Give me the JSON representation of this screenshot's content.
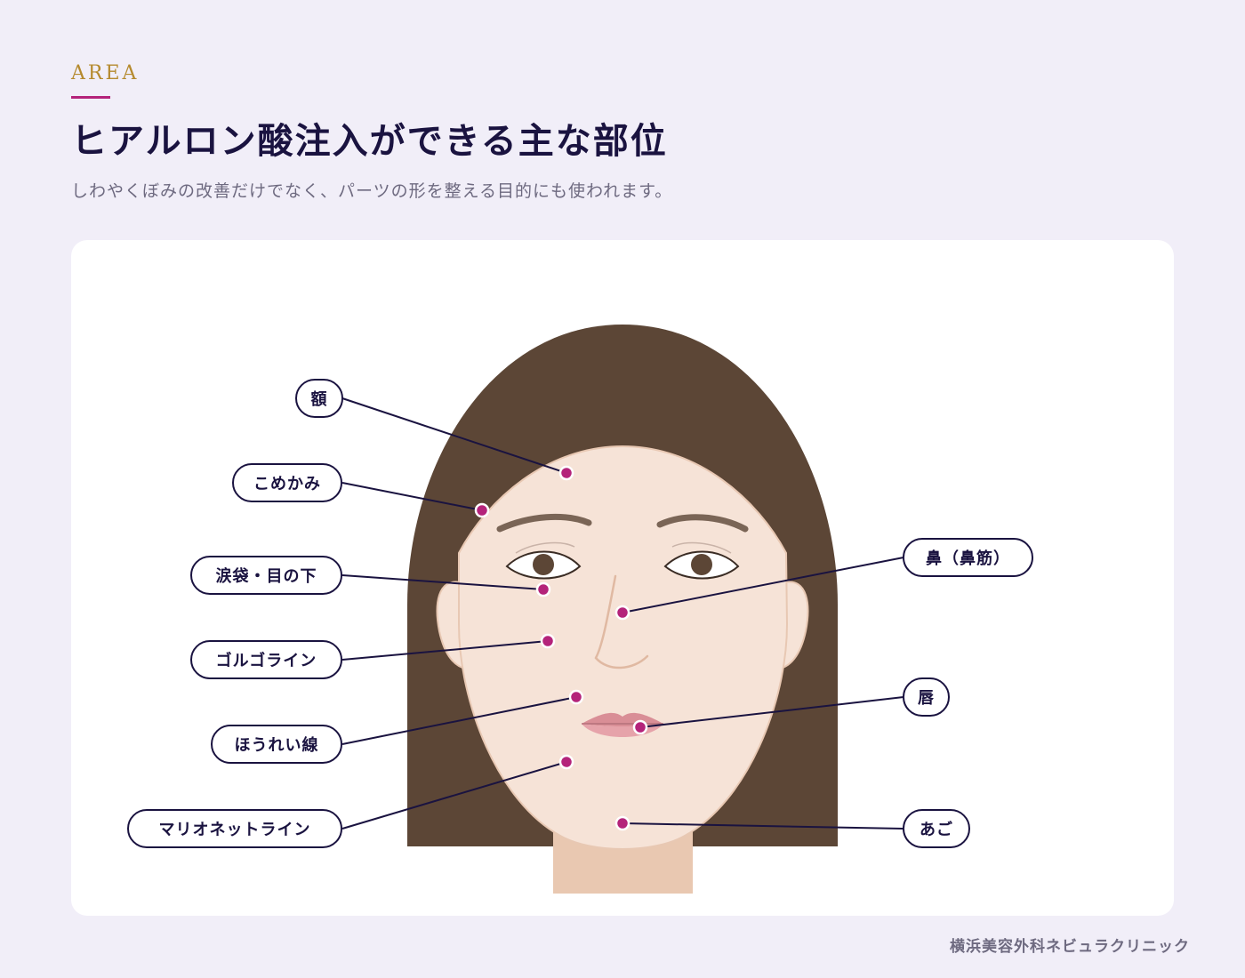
{
  "header": {
    "eyebrow": "AREA",
    "title": "ヒアルロン酸注入ができる主な部位",
    "subtitle": "しわやくぼみの改善だけでなく、パーツの形を整える目的にも使われます。"
  },
  "diagram": {
    "labels": [
      {
        "id": "forehead",
        "text": "額"
      },
      {
        "id": "temple",
        "text": "こめかみ"
      },
      {
        "id": "under-eye",
        "text": "涙袋・目の下"
      },
      {
        "id": "golgo",
        "text": "ゴルゴライン"
      },
      {
        "id": "nasolabial",
        "text": "ほうれい線"
      },
      {
        "id": "marionette",
        "text": "マリオネットライン"
      },
      {
        "id": "nose",
        "text": "鼻（鼻筋）"
      },
      {
        "id": "lips",
        "text": "唇"
      },
      {
        "id": "chin",
        "text": "あご"
      }
    ]
  },
  "colors": {
    "hair": "#5c4636",
    "skin": "#f6e3d7",
    "neck": "#e9c8b1",
    "dot": "#b4237a",
    "line": "#1a1340"
  },
  "footer": {
    "clinic": "横浜美容外科ネビュラクリニック"
  }
}
